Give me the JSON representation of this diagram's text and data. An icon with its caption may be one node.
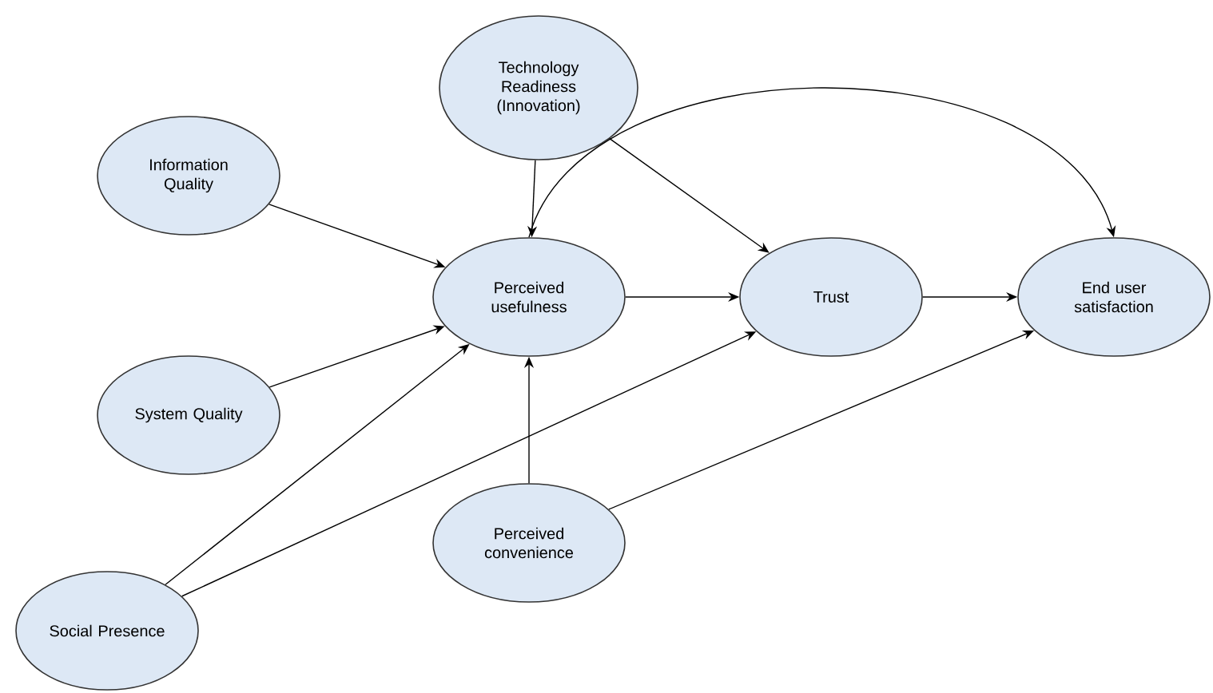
{
  "diagram": {
    "nodes": [
      {
        "text": [
          "Technology Readiness (Innovation)"
        ]
      },
      {
        "text": [
          "Information Quality"
        ]
      },
      {
        "text": [
          "Perceived usefulness"
        ]
      },
      {
        "text": [
          "Trust"
        ]
      },
      {
        "text": [
          "End user satisfaction"
        ]
      },
      {
        "text": [
          "System Quality"
        ]
      },
      {
        "text": [
          "Perceived convenience"
        ]
      },
      {
        "text": [
          "Social Presence"
        ]
      }
    ],
    "edges": [
      {
        "from": 0,
        "to": 2,
        "arrow": "to"
      },
      {
        "from": 0,
        "to": 3,
        "arrow": "to"
      },
      {
        "from": 2,
        "to": 4,
        "arrow": "to"
      },
      {
        "from": 1,
        "to": 2,
        "arrow": "to"
      },
      {
        "from": 2,
        "to": 3,
        "arrow": "to"
      },
      {
        "from": 3,
        "to": 4,
        "arrow": "to"
      },
      {
        "from": 5,
        "to": 2,
        "arrow": "to"
      },
      {
        "from": 7,
        "to": 2,
        "arrow": "to"
      },
      {
        "from": 7,
        "to": 3,
        "arrow": "to"
      },
      {
        "from": 6,
        "to": 2,
        "arrow": "to"
      },
      {
        "from": 6,
        "to": 4,
        "arrow": "to"
      }
    ]
  }
}
